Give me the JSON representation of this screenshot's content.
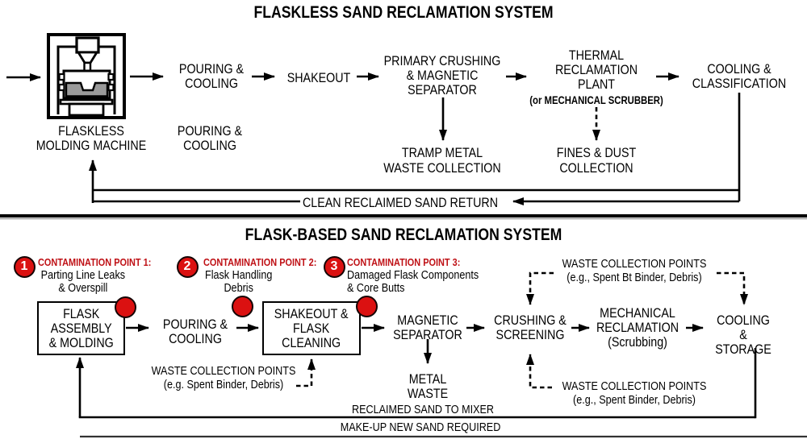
{
  "colors": {
    "badge_red": "#db1111",
    "red_text": "#bf1116",
    "ink": "#000000",
    "sand": "#9a9a9a"
  },
  "flaskless": {
    "title": "FLASKLESS SAND RECLAMATION SYSTEM",
    "machine_caption": "FLASKLESS\nMOLDING MACHINE",
    "steps": {
      "pouring_cooling": "POURING &\nCOOLING",
      "shakeout": "SHAKEOUT",
      "primary_crushing": "PRIMARY CRUSHING\n& MAGNETIC\nSEPARATOR",
      "thermal_plant": "THERMAL\nRECLAMATION\nPLANT",
      "thermal_alt": "(or MECHANICAL SCRUBBER)",
      "cooling_classification": "COOLING &\nCLASSIFICATION"
    },
    "second_row_pouring_cooling": "POURING &\nCOOLING",
    "outputs": {
      "tramp_metal": "TRAMP METAL\nWASTE COLLECTION",
      "fines_dust": "FINES & DUST\nCOLLECTION"
    },
    "return_label": "CLEAN RECLAIMED SAND RETURN"
  },
  "flask_based": {
    "title": "FLASK-BASED SAND RECLAMATION SYSTEM",
    "contamination_points": [
      {
        "num": "1",
        "title": "CONTAMINATION POINT 1:",
        "desc": "Parting Line Leaks\n& Overspill"
      },
      {
        "num": "2",
        "title": "CONTAMINATION POINT 2:",
        "desc": "Flask Handling\nDebris"
      },
      {
        "num": "3",
        "title": "CONTAMINATION POINT 3:",
        "desc": "Damaged Flask Components\n& Core Butts"
      }
    ],
    "steps": {
      "flask_assembly": "FLASK\nASSEMBLY\n& MOLDING",
      "pouring_cooling": "POURING &\nCOOLING",
      "shakeout_cleaning": "SHAKEOUT &\nFLASK\nCLEANING",
      "magnetic_separator": "MAGNETIC\nSEPARATOR",
      "crushing_screening": "CRUSHING &\nSCREENING",
      "mechanical_reclamation": "MECHANICAL\nRECLAMATION\n(Scrubbing)",
      "cooling_storage": "COOLING &\nSTORAGE"
    },
    "waste_points": {
      "left": "WASTE COLLECTION POINTS\n(e.g. Spent Binder, Debris)",
      "top_right": "WASTE COLLECTION POINTS\n(e.g., Spent Bt Binder, Debris)",
      "bottom_right": "WASTE COLLECTION POINTS\n(e.g., Spent Binder, Debris)"
    },
    "outputs": {
      "metal_waste": "METAL\nWASTE"
    },
    "return_labels": {
      "reclaimed": "RECLAIMED SAND TO MIXER",
      "makeup": "MAKE-UP NEW SAND REQUIRED"
    }
  }
}
